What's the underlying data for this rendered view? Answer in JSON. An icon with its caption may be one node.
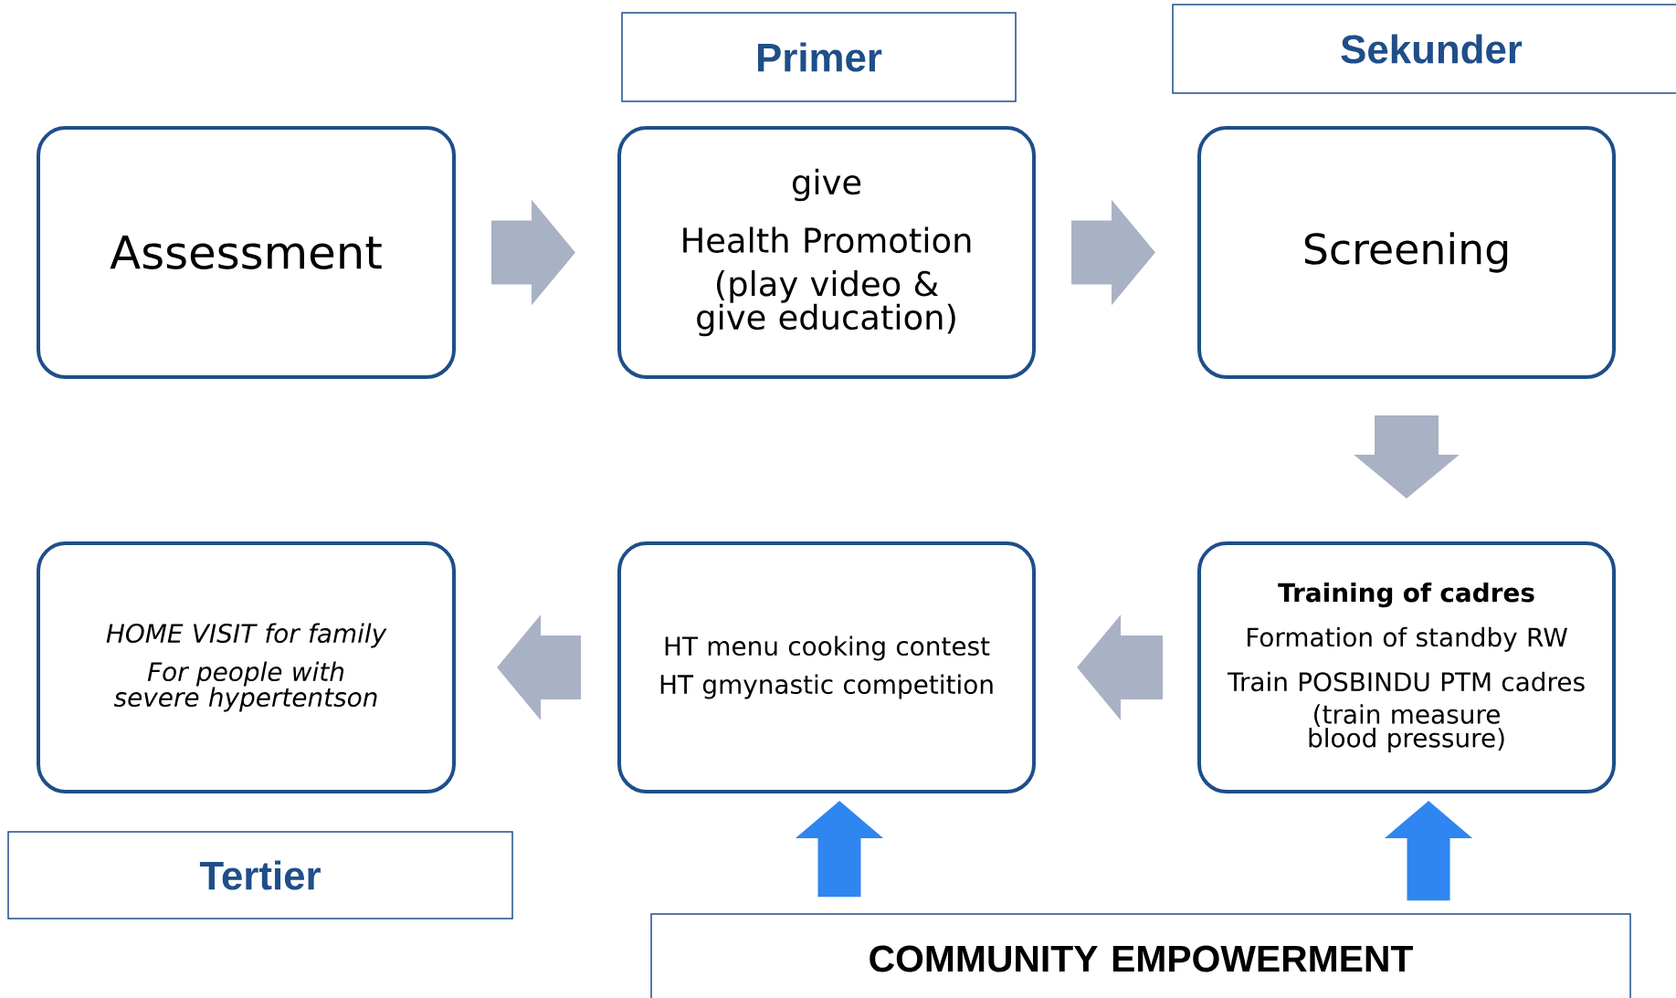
{
  "diagram": {
    "nodes": [
      {
        "text": [
          "Primer"
        ]
      },
      {
        "text": [
          "Sekunder"
        ]
      },
      {
        "text": [
          "Assessment"
        ]
      },
      {
        "text": [
          "give",
          "Health Promotion",
          "(play video & give education)"
        ]
      },
      {
        "text": [
          "Screening"
        ]
      },
      {
        "text": [
          "HOME VISIT for family",
          "For people with severe hypertentson"
        ]
      },
      {
        "text": [
          "HT menu cooking contest",
          "HT gmynastic competition"
        ]
      },
      {
        "text": [
          "Training of cadres",
          "Formation of standby RW",
          "Train POSBINDU PTM cadres",
          "(train measure blood pressure)"
        ]
      },
      {
        "text": [
          "Tertier"
        ]
      },
      {
        "text": [
          "COMMUNITY EMPOWERMENT"
        ]
      }
    ],
    "edges": [
      {
        "from": 2,
        "to": 3,
        "arrow": "to"
      },
      {
        "from": 3,
        "to": 4,
        "arrow": "to"
      },
      {
        "from": 4,
        "to": 7,
        "arrow": "to"
      },
      {
        "from": 7,
        "to": 6,
        "arrow": "to"
      },
      {
        "from": 6,
        "to": 5,
        "arrow": "to"
      },
      {
        "from": 9,
        "to": 6,
        "arrow": "to",
        "color": "#2f86f0"
      },
      {
        "from": 9,
        "to": 7,
        "arrow": "to",
        "color": "#2f86f0"
      }
    ]
  }
}
